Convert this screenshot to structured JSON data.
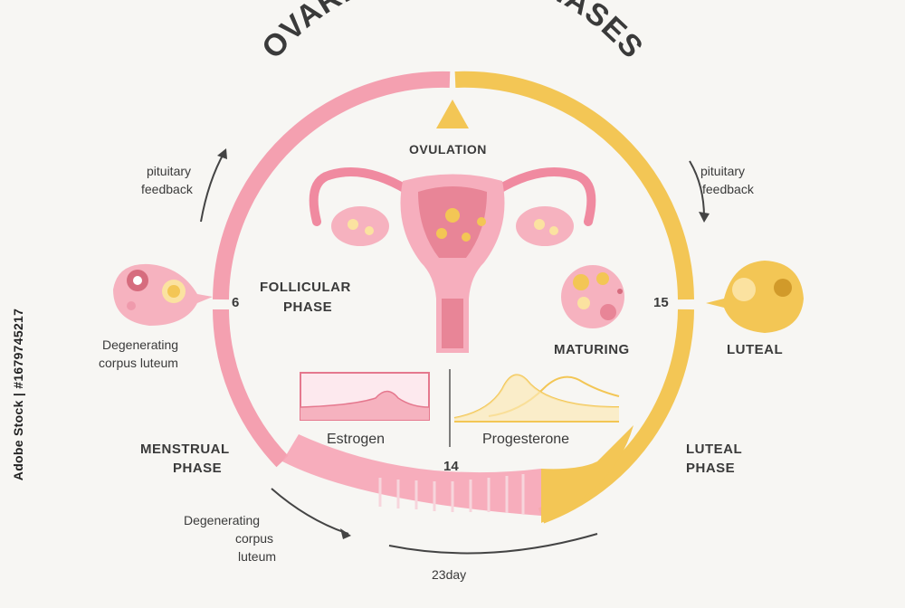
{
  "title": "OVARIAN CYCLE PHASES",
  "labels": {
    "ovulation": "OVULATION",
    "follicular_line1": "FOLLICULAR",
    "follicular_line2": "PHASE",
    "menstrual_line1": "MENSTRUAL",
    "menstrual_line2": "PHASE",
    "maturing": "MATURING",
    "luteal": "LUTEAL",
    "luteal_phase_line1": "LUTEAL",
    "luteal_phase_line2": "PHASE",
    "pituitary_left_line1": "pituitary",
    "pituitary_left_line2": "feedback",
    "pituitary_right_line1": "pituitary",
    "pituitary_right_line2": "feedback",
    "degen_left_line1": "Degenerating",
    "degen_left_line2": "corpus luteum",
    "degen_bottom_line1": "Degenerating",
    "degen_bottom_line2": "corpus",
    "degen_bottom_line3": "luteum",
    "estrogen": "Estrogen",
    "progesterone": "Progesterone"
  },
  "day_markers": {
    "day6": "6",
    "day15": "15",
    "day14": "14",
    "day23": "23day"
  },
  "side_id": "Adobe Stock | #1679745217",
  "colors": {
    "pink": "#f4a0b0",
    "yellow": "#f3c655",
    "text": "#3a3a3a",
    "background": "#f7f6f3"
  }
}
